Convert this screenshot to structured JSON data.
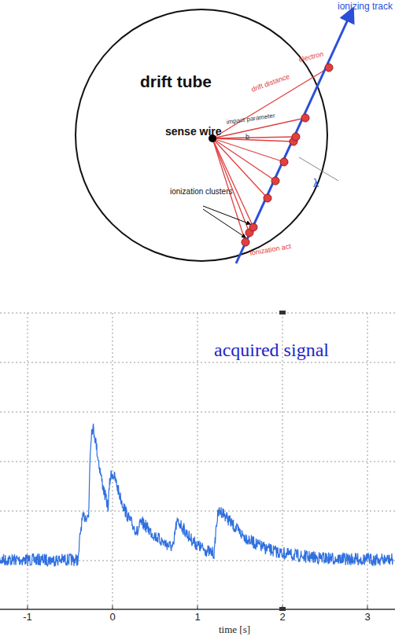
{
  "diagram": {
    "labels": [
      "drift tube",
      "sense wire",
      "ionizing track",
      "electron",
      "drift distance",
      "impact parameter",
      "b",
      "λ",
      "ionization clusters",
      "ionization act",
      "acquired signal",
      "-1",
      "0",
      "1",
      "2",
      "3",
      "time [s]"
    ]
  }
}
